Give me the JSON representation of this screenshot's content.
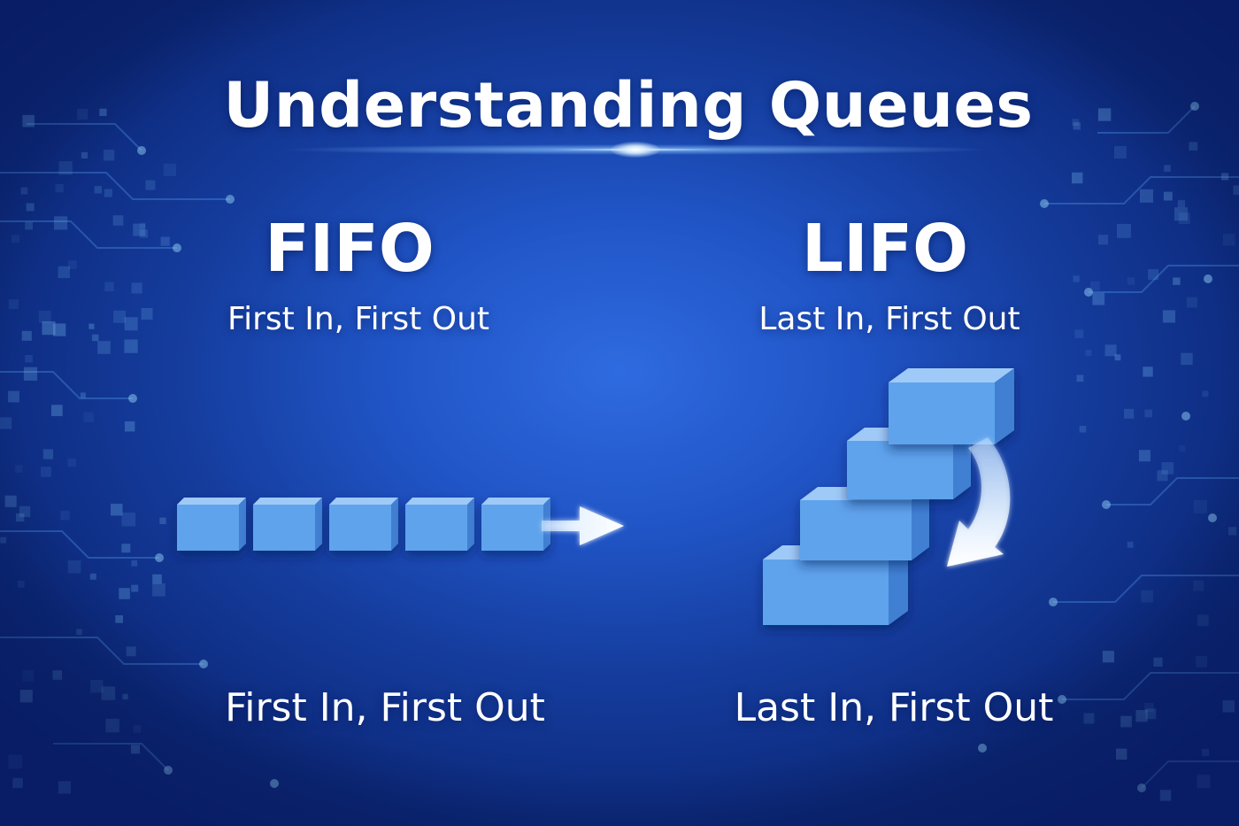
{
  "title": "Understanding Queues",
  "fifo": {
    "heading": "FIFO",
    "subtitle": "First In, First Out",
    "caption": "First In, First Out",
    "block_count": 5
  },
  "lifo": {
    "heading": "LIFO",
    "subtitle": "Last In, First Out",
    "caption": "Last In, First Out",
    "block_count": 4
  },
  "colors": {
    "background_center": "#2f6be0",
    "background_edge": "#0d2c86",
    "block_front": "#5fa3ec",
    "block_top": "#9fcaf7",
    "block_side": "#3f7fd2",
    "arrow": "#e6f2ff",
    "text": "#ffffff"
  },
  "icons": {
    "fifo_arrow": "arrow-right-icon",
    "lifo_arrow": "curved-arrow-down-icon"
  }
}
